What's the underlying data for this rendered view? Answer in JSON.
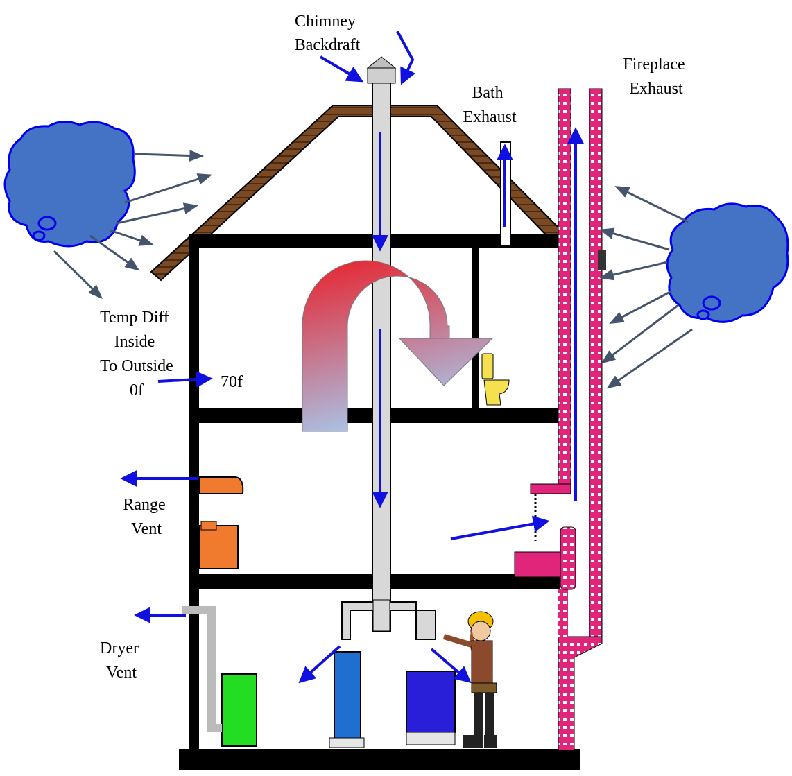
{
  "labels": {
    "chimney_backdraft": [
      "Chimney",
      "Backdraft"
    ],
    "bath_exhaust": [
      "Bath",
      "Exhaust"
    ],
    "fireplace_exhaust": [
      "Fireplace",
      "Exhaust"
    ],
    "temp_diff": [
      "Temp Diff",
      "Inside",
      "To Outside"
    ],
    "outside_temp": "0f",
    "inside_temp": "70f",
    "range_vent": [
      "Range",
      "Vent"
    ],
    "dryer_vent": [
      "Dryer",
      "Vent"
    ]
  },
  "colors": {
    "flow_arrow": "#1010e0",
    "wind_arrow": "#44546a",
    "cloud": "#4472c4",
    "cloud_outline": "#0000ee",
    "stack_hot": "#e8202a",
    "stack_cool": "#a9c4e8",
    "fireplace_brick": "#e0257a",
    "range": "#f07a2e",
    "dryer": "#22dd22",
    "water_heater": "#1f6fd0",
    "furnace": "#2a1fd8",
    "roof": "#7a4a24",
    "toilet": "#f5e050",
    "structure": "#000000",
    "duct": "#d8d8d8"
  },
  "icons": [
    "wind-cloud-icon",
    "worker-icon",
    "toilet-icon",
    "chimney-cap-icon"
  ]
}
